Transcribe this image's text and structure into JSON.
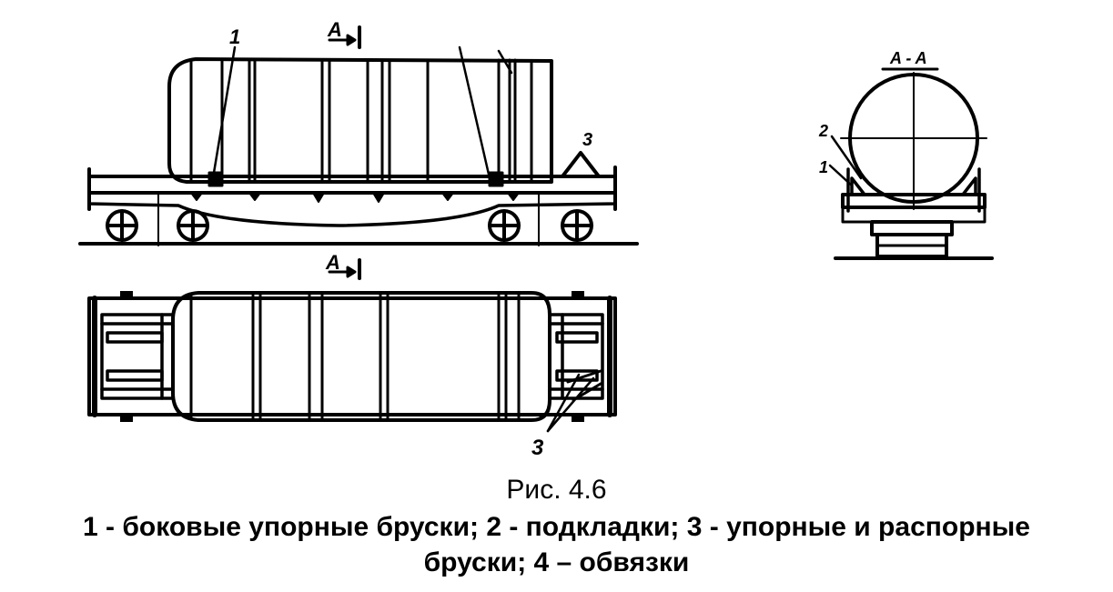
{
  "diagram": {
    "side_view_labels": {
      "callout_1": "1",
      "callout_3": "3",
      "section_mark_top": "A",
      "section_mark_bottom": "A"
    },
    "plan_view_labels": {
      "callout_3": "3"
    },
    "section_view_labels": {
      "title": "A - A",
      "callout_2": "2",
      "callout_1": "1"
    }
  },
  "caption": {
    "title": "Рис. 4.6",
    "line1": "1 - боковые упорные бруски; 2 - подкладки; 3 - упорные и распорные",
    "line2": "бруски; 4 – обвязки"
  }
}
